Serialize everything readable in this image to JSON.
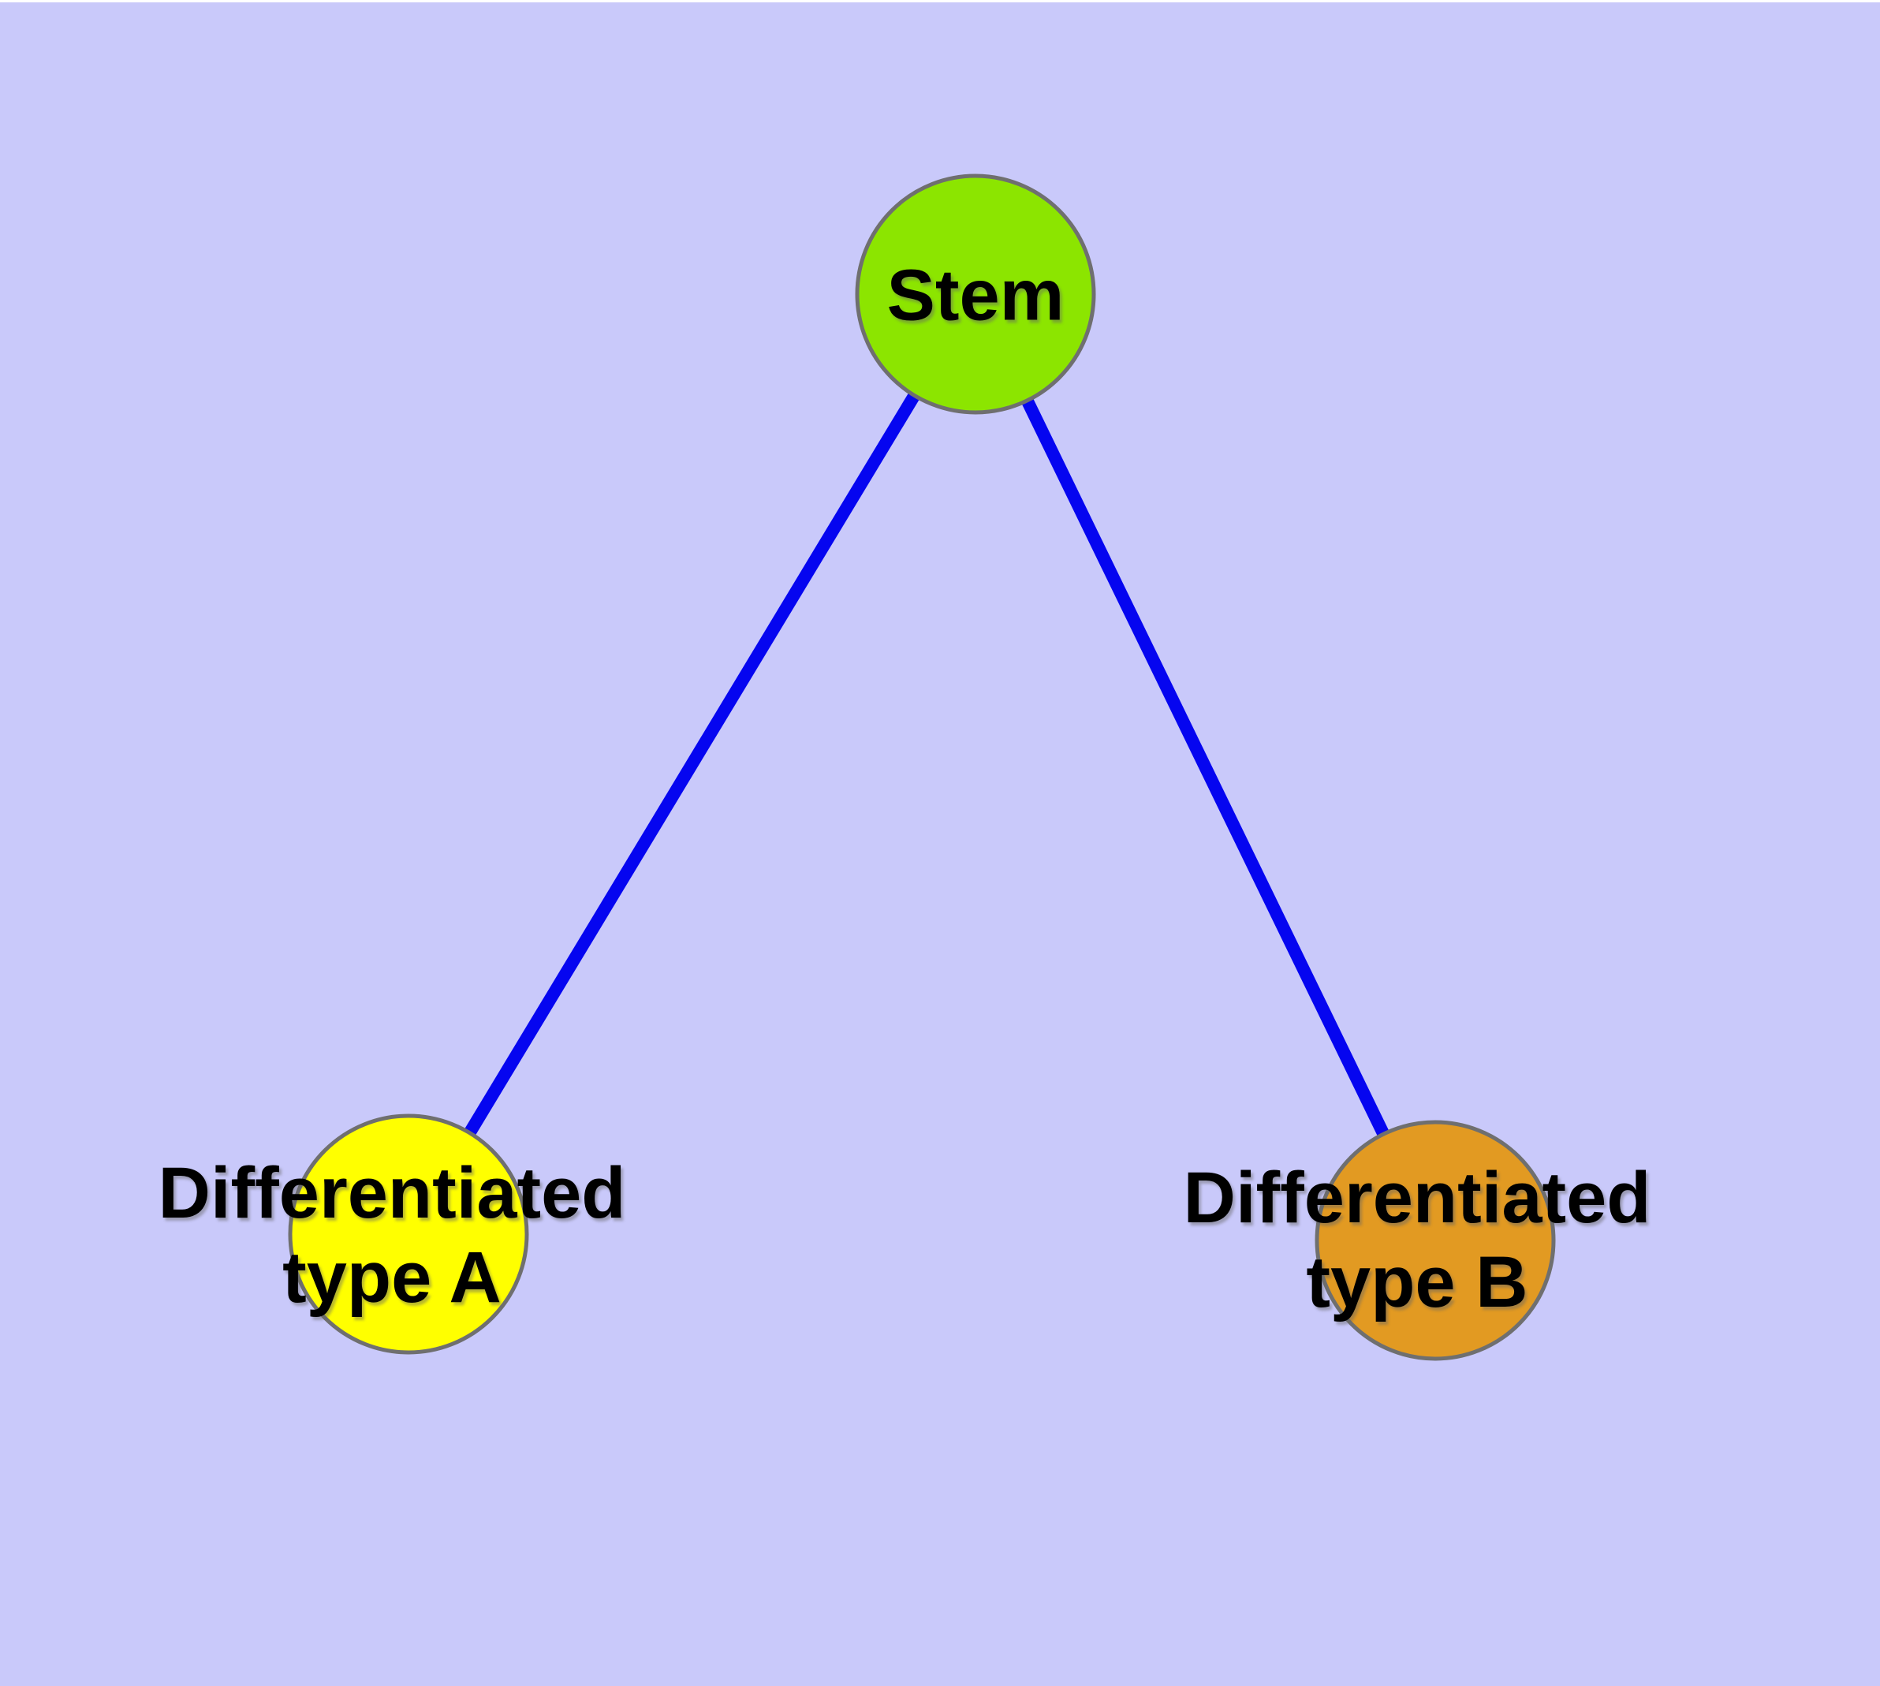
{
  "diagram": {
    "background_color": "#c9c9fa",
    "edge_color": "#0505f0",
    "node_border_color": "#6f6f6f",
    "text_color": "#000000",
    "nodes": [
      {
        "id": "stem",
        "label": "Stem",
        "fill": "#8ce500"
      },
      {
        "id": "differentiated-type-a",
        "label_line1": "Differentiated",
        "label_line2": "type A",
        "fill": "#ffff00"
      },
      {
        "id": "differentiated-type-b",
        "label_line1": "Differentiated",
        "label_line2": "type B",
        "fill": "#e29a22"
      }
    ],
    "edges": [
      {
        "from": "Stem",
        "to": "Differentiated type A"
      },
      {
        "from": "Stem",
        "to": "Differentiated type B"
      }
    ]
  }
}
